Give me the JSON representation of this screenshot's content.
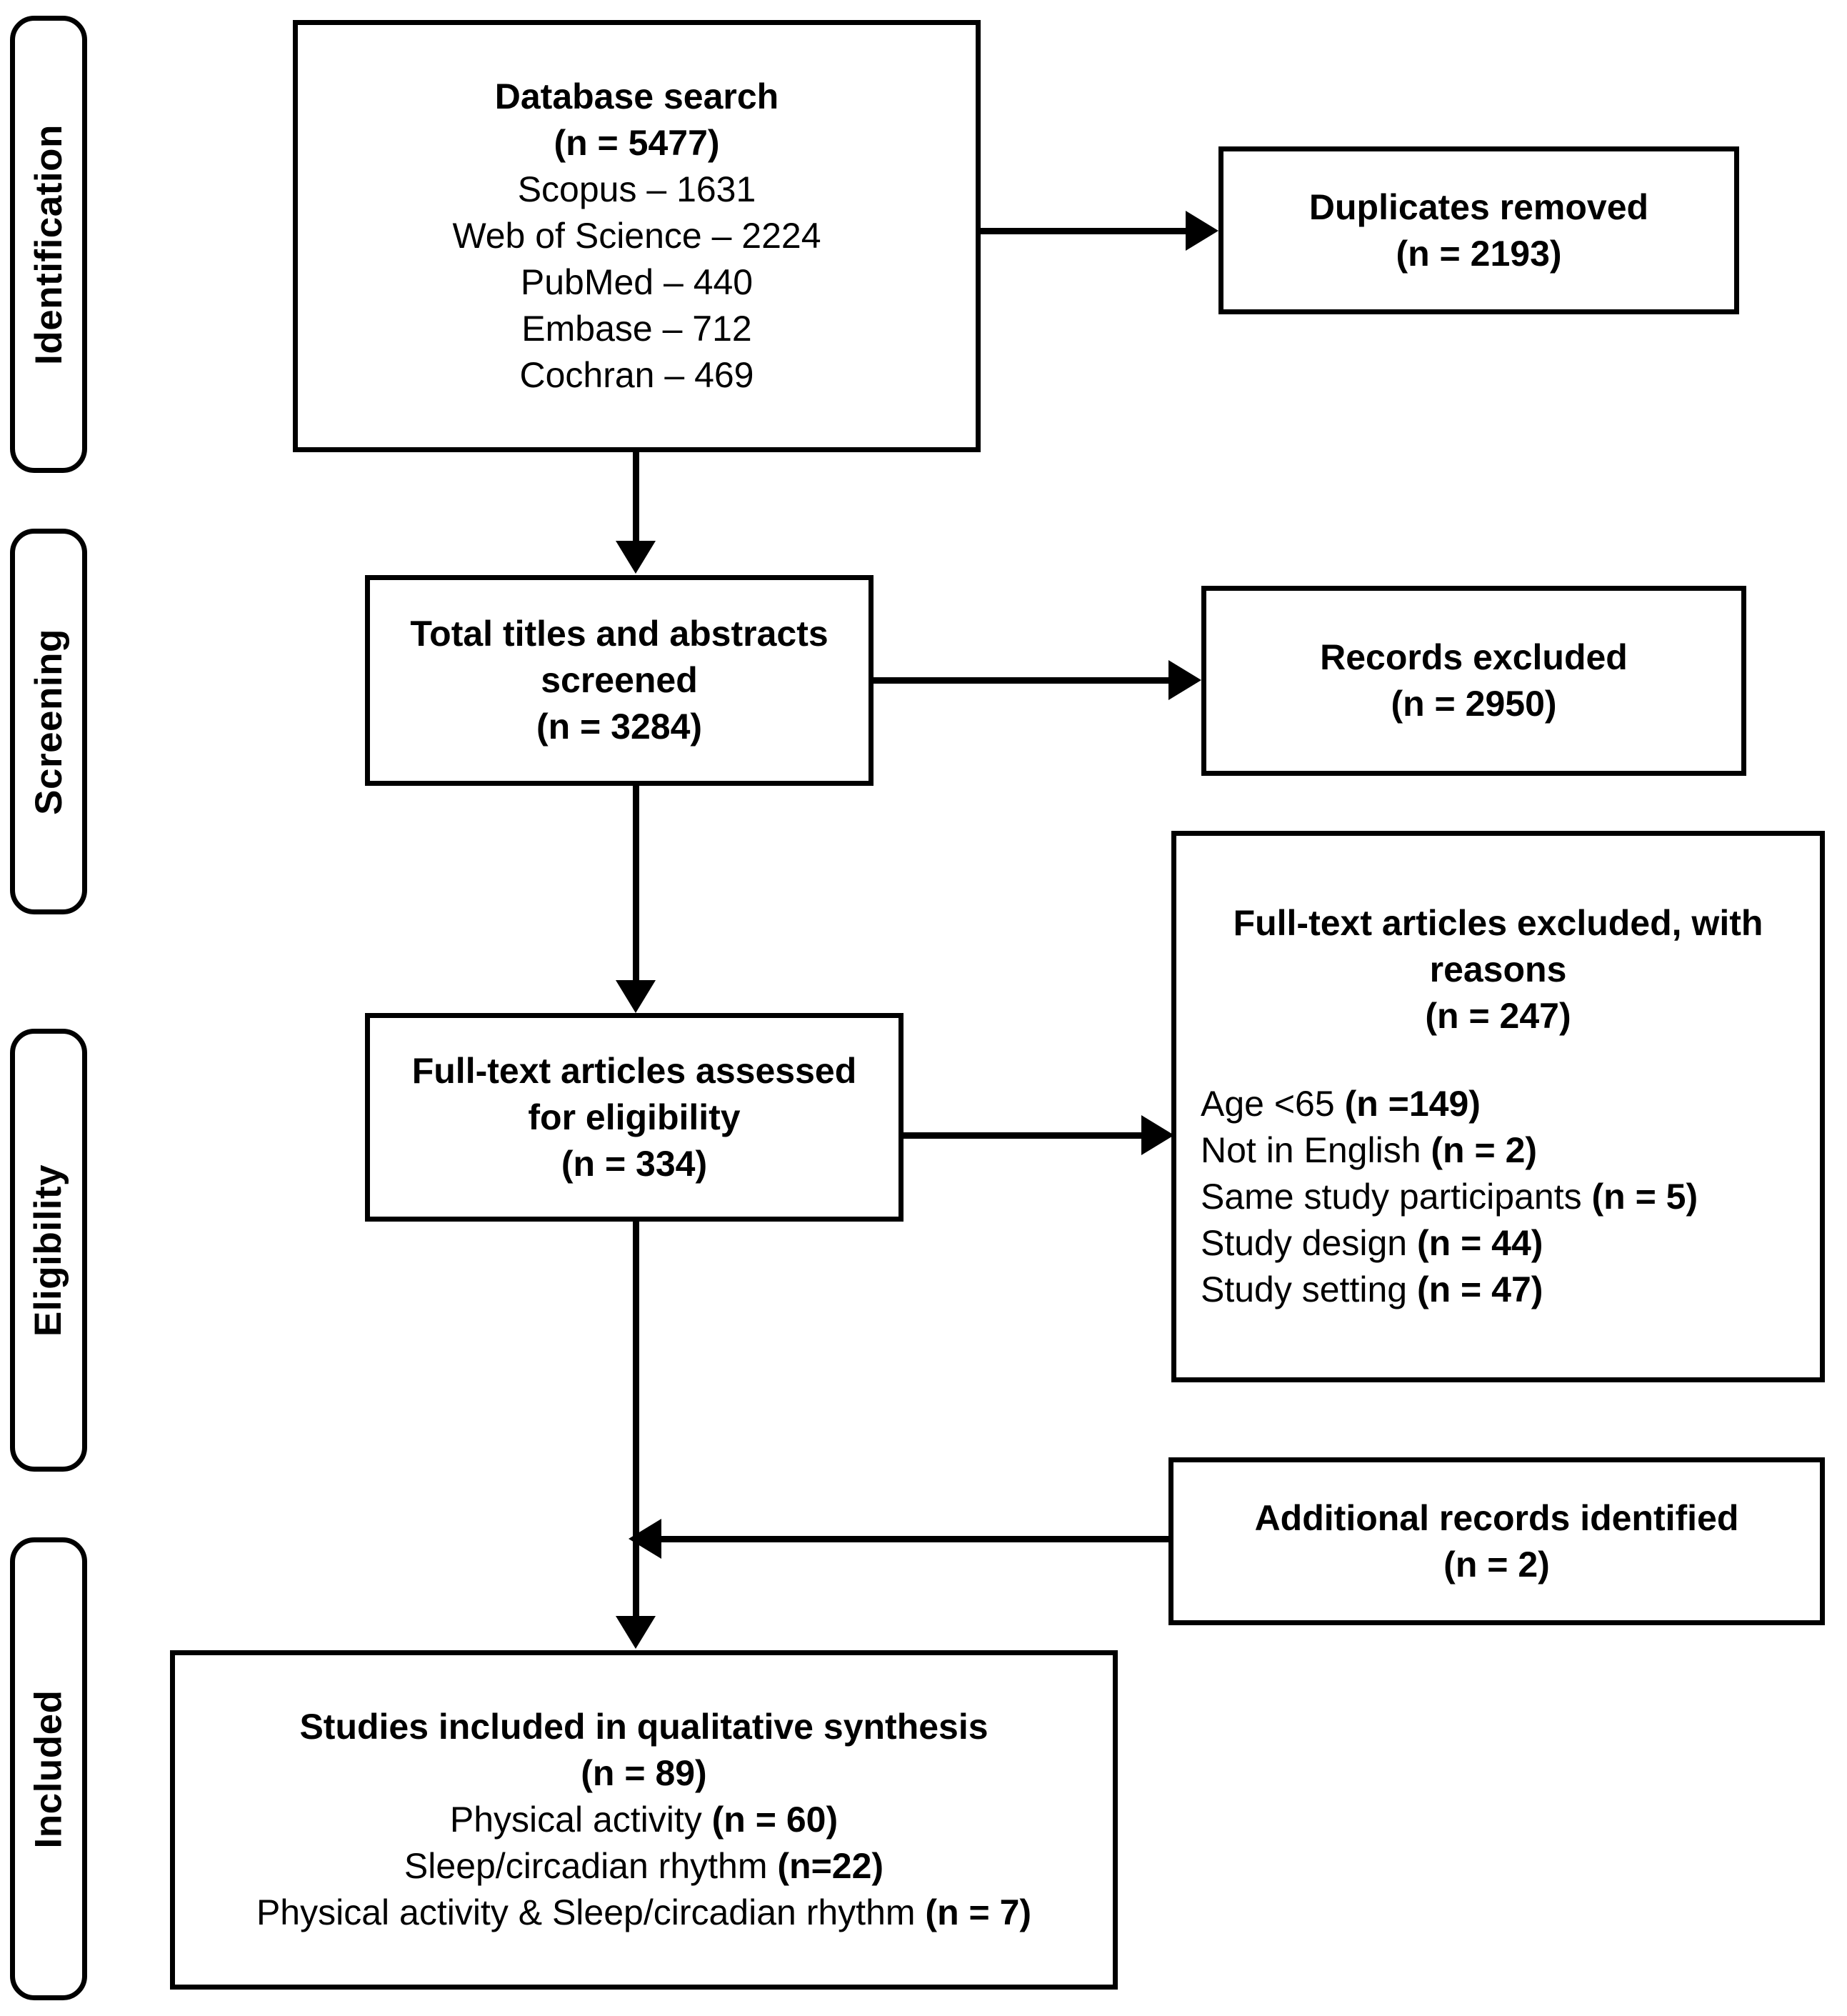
{
  "diagram": {
    "type": "prisma-flow-diagram",
    "stages": [
      {
        "id": "identification",
        "label": "Identification"
      },
      {
        "id": "screening",
        "label": "Screening"
      },
      {
        "id": "eligibility",
        "label": "Eligibility"
      },
      {
        "id": "included",
        "label": "Included"
      }
    ],
    "boxes": {
      "database_search": {
        "title": "Database search",
        "count": "(n = 5477)",
        "sources": [
          "Scopus – 1631",
          "Web of Science – 2224",
          "PubMed – 440",
          "Embase – 712",
          "Cochran – 469"
        ]
      },
      "duplicates_removed": {
        "title": "Duplicates removed",
        "count": "(n = 2193)"
      },
      "titles_abstracts_screened": {
        "title_line1": "Total titles and abstracts",
        "title_line2": "screened",
        "count": "(n = 3284)"
      },
      "records_excluded": {
        "title": "Records excluded",
        "count": "(n = 2950)"
      },
      "fulltext_assessed": {
        "title_line1": "Full-text articles assessed",
        "title_line2": "for eligibility",
        "count": "(n = 334)"
      },
      "fulltext_excluded": {
        "title_line1": "Full-text articles excluded, with",
        "title_line2": "reasons",
        "count": "(n = 247)",
        "reasons": [
          {
            "label": "Age <65 ",
            "count": "(n =149)"
          },
          {
            "label": "Not in English ",
            "count": "(n = 2)"
          },
          {
            "label": "Same study participants ",
            "count": "(n = 5)"
          },
          {
            "label": "Study design ",
            "count": "(n = 44)"
          },
          {
            "label": "Study setting ",
            "count": "(n = 47)"
          }
        ]
      },
      "additional_records": {
        "title": "Additional records identified",
        "count": "(n = 2)"
      },
      "studies_included": {
        "title": "Studies included in qualitative synthesis",
        "count": "(n = 89)",
        "breakdown": [
          {
            "label": "Physical activity ",
            "count": "(n = 60)"
          },
          {
            "label": "Sleep/circadian rhythm ",
            "count": "(n=22)"
          },
          {
            "label": "Physical activity & Sleep/circadian rhythm ",
            "count": "(n = 7)"
          }
        ]
      }
    },
    "colors": {
      "stroke": "#000000",
      "fill": "#ffffff",
      "text": "#000000"
    }
  }
}
